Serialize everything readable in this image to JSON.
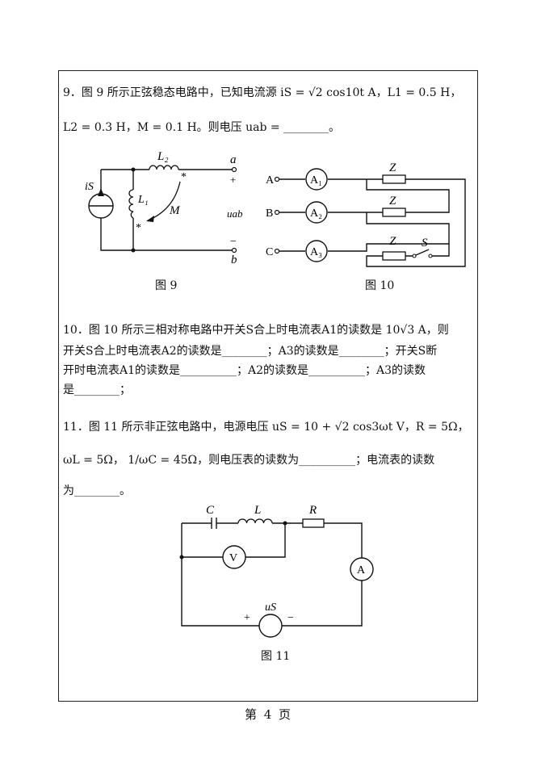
{
  "problem9": {
    "line1": "9．图 9 所示正弦稳态电路中，已知电流源 iS = √2 cos10t A，L1 = 0.5 H，",
    "line2": "L2 = 0.3 H，M = 0.1 H。则电压 uab = ________。"
  },
  "fig9": {
    "caption": "图 9",
    "labels": {
      "L2": "L₂",
      "L1": "L₁",
      "M": "M",
      "is": "iS",
      "a": "a",
      "b": "b",
      "plus": "+",
      "minus": "−",
      "uab": "uab",
      "star": "*"
    }
  },
  "fig10": {
    "caption": "图 10",
    "labels": {
      "A": "A",
      "B": "B",
      "C": "C",
      "A1": "A₁",
      "A2": "A₂",
      "A3": "A₃",
      "Z": "Z",
      "S": "S"
    }
  },
  "problem10": {
    "line1": "10．图 10 所示三相对称电路中开关S合上时电流表A1的读数是 10√3 A，则",
    "line2": "开关S合上时电流表A2的读数是________；A3的读数是________；开关S断",
    "line3": "开时电流表A1的读数是__________；A2的读数是__________；A3的读数",
    "line4": "是________；"
  },
  "problem11": {
    "line1": "11．图 11 所示非正弦电路中，电源电压 uS = 10 + √2 cos3ωt V，R = 5Ω，",
    "line2": "ωL = 5Ω，  1/ωC = 45Ω，则电压表的读数为__________；电流表的读数",
    "line3": "为________。"
  },
  "fig11": {
    "caption": "图 11",
    "labels": {
      "C": "C",
      "L": "L",
      "R": "R",
      "V": "V",
      "A": "A",
      "us": "uS",
      "plus": "+",
      "minus": "−"
    }
  },
  "footer": {
    "page": "第  4  页"
  }
}
